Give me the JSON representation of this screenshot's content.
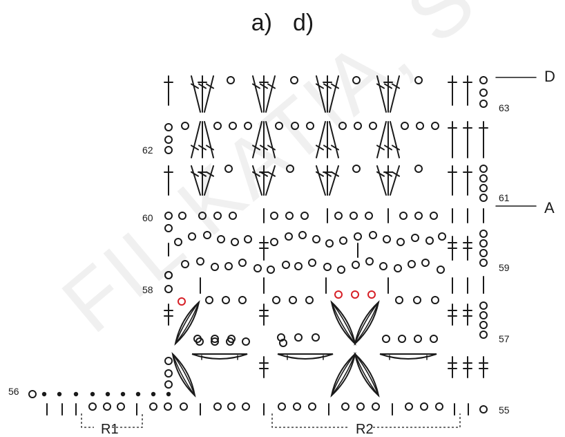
{
  "heading": {
    "left": "a)",
    "right": "d)"
  },
  "watermark": "FIL KATIA, S",
  "colors": {
    "ink": "#1a1a1a",
    "highlight": "#d61f26",
    "watermark": "#f0f0f0"
  },
  "row_numbers": {
    "r55": "55",
    "r56": "56",
    "r57": "57",
    "r58": "58",
    "r59": "59",
    "r60": "60",
    "r61": "61",
    "r62": "62",
    "r63": "63"
  },
  "markers": {
    "a": "A",
    "d": "D"
  },
  "repeats": {
    "r1": "R1",
    "r2": "R2"
  }
}
